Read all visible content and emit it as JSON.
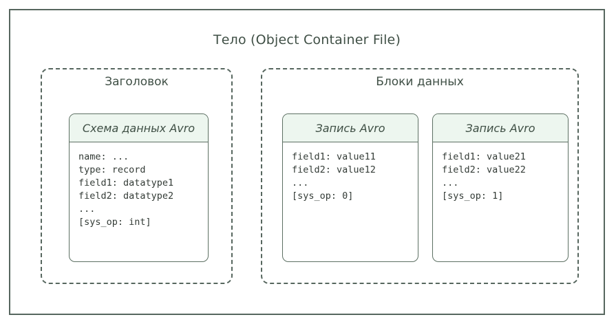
{
  "diagram": {
    "outer": {
      "title": "Тело (Object Container File)"
    },
    "subgraphs": [
      {
        "id": "header",
        "title": "Заголовок",
        "cards": [
          {
            "id": "schema",
            "header": "Схема данных Avro",
            "body": "name: ...\ntype: record\nfield1: datatype1\nfield2: datatype2\n...\n[sys_op: int]"
          }
        ]
      },
      {
        "id": "blocks",
        "title": "Блоки данных",
        "cards": [
          {
            "id": "record1",
            "header": "Запись Avro",
            "body": "field1: value11\nfield2: value12\n...\n[sys_op: 0]"
          },
          {
            "id": "record2",
            "header": "Запись Avro",
            "body": "field1: value21\nfield2: value22\n...\n[sys_op: 1]"
          }
        ]
      }
    ],
    "colors": {
      "stroke": "#56665e",
      "text": "#3f4f45",
      "card_header_fill": "#edf6ef",
      "card_fill": "#ffffff",
      "background": "#ffffff",
      "mono_text": "#333b36"
    }
  }
}
